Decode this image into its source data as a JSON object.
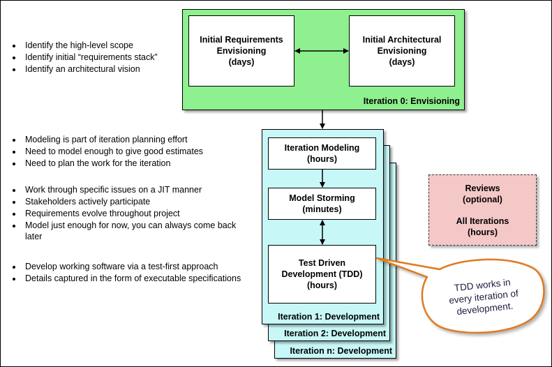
{
  "iteration0": {
    "label": "Iteration 0: Envisioning",
    "requirements_box": [
      "Initial Requirements",
      "Envisioning",
      "(days)"
    ],
    "architecture_box": [
      "Initial Architectural",
      "Envisioning",
      "(days)"
    ],
    "bullets": [
      "Identify the high-level scope",
      "Identify initial “requirements stack”",
      "Identify an architectural vision"
    ]
  },
  "development": {
    "labels": [
      "Iteration n: Development",
      "Iteration 2: Development",
      "Iteration 1: Development"
    ],
    "modeling_box": [
      "Iteration Modeling",
      "(hours)"
    ],
    "storming_box": [
      "Model Storming",
      "(minutes)"
    ],
    "tdd_box": [
      "Test Driven",
      "Development (TDD)",
      "(hours)"
    ]
  },
  "bullets_modeling": [
    "Modeling is part of iteration planning effort",
    "Need to model enough to give good estimates",
    "Need to plan the work for the iteration"
  ],
  "bullets_storming": [
    "Work through specific issues on a JIT manner",
    "Stakeholders actively participate",
    "Requirements evolve throughout project",
    "Model just enough for now, you can always come back later"
  ],
  "bullets_tdd": [
    "Develop working software via a test-first approach",
    "Details captured in the form of executable specifications"
  ],
  "reviews": {
    "line1": "Reviews",
    "line2": "(optional)",
    "line3": "All Iterations",
    "line4": "(hours)"
  },
  "callout": [
    "TDD works in",
    "every iteration of",
    "development."
  ],
  "colors": {
    "envisioning_green": "#8ef08e",
    "development_cyan": "#c8f7f7",
    "reviews_pink": "#f5c8c8",
    "callout_orange": "#e07a20"
  }
}
